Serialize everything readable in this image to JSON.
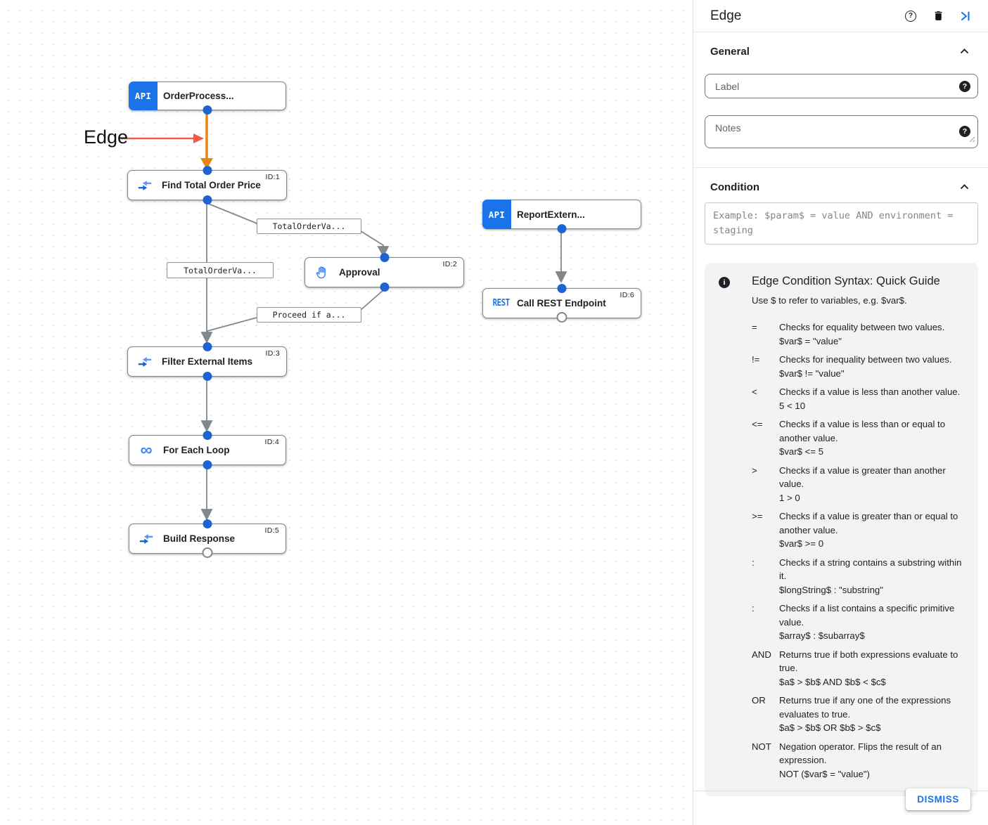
{
  "canvas": {
    "annotation": {
      "label": "Edge"
    },
    "glyphs": {
      "api": "API",
      "rest": "REST",
      "loop": "∞"
    },
    "nodes": [
      {
        "title": "OrderProcess...",
        "id_label": ""
      },
      {
        "title": "Find Total Order Price",
        "id_label": "ID:1"
      },
      {
        "title": "Approval",
        "id_label": "ID:2"
      },
      {
        "title": "ReportExtern...",
        "id_label": ""
      },
      {
        "title": "Call REST Endpoint",
        "id_label": "ID:6"
      },
      {
        "title": "Filter External Items",
        "id_label": "ID:3"
      },
      {
        "title": "For Each Loop",
        "id_label": "ID:4"
      },
      {
        "title": "Build Response",
        "id_label": "ID:5"
      }
    ],
    "edge_labels": [
      "TotalOrderVa...",
      "TotalOrderVa...",
      "Proceed if a..."
    ]
  },
  "panel": {
    "title": "Edge",
    "sections": {
      "general": "General",
      "condition": "Condition"
    },
    "fields": {
      "label_placeholder": "Label",
      "notes_placeholder": "Notes",
      "condition_placeholder": "Example: $param$ = value AND environment = staging"
    },
    "guide": {
      "title": "Edge Condition Syntax: Quick Guide",
      "intro": "Use $ to refer to variables, e.g. $var$.",
      "rows": [
        {
          "op": "=",
          "desc": "Checks for equality between two values.",
          "example": "$var$ = \"value\""
        },
        {
          "op": "!=",
          "desc": "Checks for inequality between two values.",
          "example": "$var$ != \"value\""
        },
        {
          "op": "<",
          "desc": "Checks if a value is less than another value.",
          "example": "5 < 10"
        },
        {
          "op": "<=",
          "desc": "Checks if a value is less than or equal to another value.",
          "example": "$var$ <= 5"
        },
        {
          "op": ">",
          "desc": "Checks if a value is greater than another value.",
          "example": "1 > 0"
        },
        {
          "op": ">=",
          "desc": "Checks if a value is greater than or equal to another value.",
          "example": "$var$ >= 0"
        },
        {
          "op": ":",
          "desc": "Checks if a string contains a substring within it.",
          "example": "$longString$ : \"substring\""
        },
        {
          "op": ":",
          "desc": "Checks if a list contains a specific primitive value.",
          "example": "$array$ : $subarray$"
        },
        {
          "op": "AND",
          "desc": "Returns true if both expressions evaluate to true.",
          "example": "$a$ > $b$ AND $b$ < $c$"
        },
        {
          "op": "OR",
          "desc": "Returns true if any one of the expressions evaluates to true.",
          "example": "$a$ > $b$ OR $b$ > $c$"
        },
        {
          "op": "NOT",
          "desc": "Negation operator. Flips the result of an expression.",
          "example": "NOT ($var$ = \"value\")"
        }
      ]
    },
    "dismiss_label": "DISMISS"
  },
  "colors": {
    "accent_blue": "#1a73e8",
    "port_blue": "#1e64d0",
    "edge_gray": "#82878c",
    "selected_edge_orange": "#e8870e",
    "annotation_red": "#f4594e",
    "guide_bg": "#f1f3f4"
  }
}
